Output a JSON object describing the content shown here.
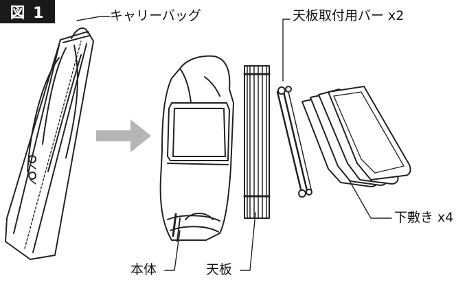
{
  "figure_label": "図 1",
  "labels": {
    "carry_bag": "キャリーバッグ",
    "table_bar": "天板取付用バー x2",
    "mat": "下敷き x4",
    "main_body": "本体",
    "table_top": "天板"
  }
}
